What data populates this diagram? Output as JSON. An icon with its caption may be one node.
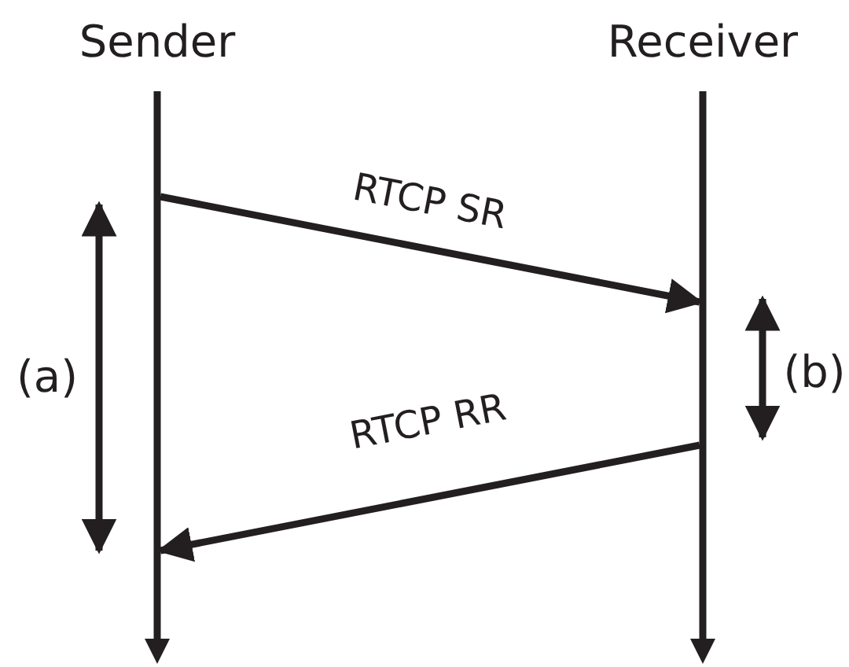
{
  "diagram": {
    "nodes": [
      {
        "text": [
          "Sender"
        ]
      },
      {
        "text": [
          "Receiver"
        ]
      },
      {
        "text": [],
        "shape": "bar"
      },
      {
        "text": [],
        "shape": "bar"
      }
    ],
    "edges": [
      {
        "from": 2,
        "to": 3,
        "arrow": "to",
        "label": "RTCP SR"
      },
      {
        "from": 3,
        "to": 2,
        "arrow": "to",
        "label": "RTCP RR"
      }
    ],
    "labels": [
      "(a)",
      "(b)"
    ]
  }
}
